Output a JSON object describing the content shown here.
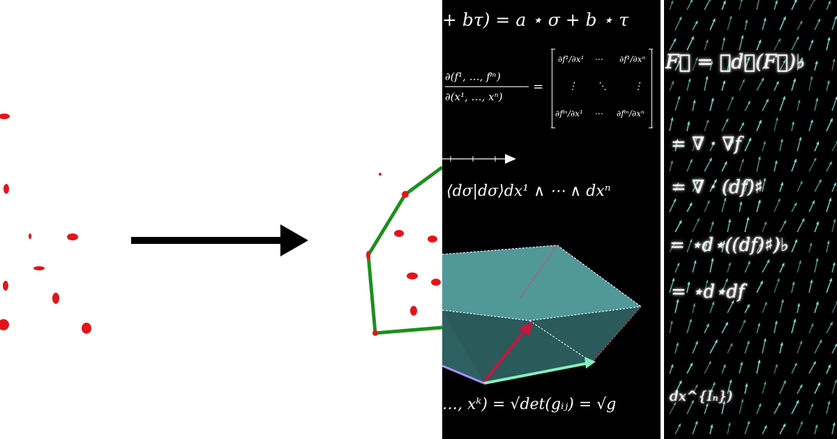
{
  "colors": {
    "point": "#e4141b",
    "hull": "#1d8f1d",
    "prism_face": "#5fb3b3",
    "prism_dark": "#2f6464",
    "vector_red": "#c8143c",
    "vector_green": "#7ff0c0",
    "field_arrow": "#7fe3d8"
  },
  "middle": {
    "eq_linearity": "+ bτ) = a ⋆ σ + b ⋆ τ",
    "jacobian_lhs_num": "∂(f¹, …, fᵐ)",
    "jacobian_lhs_den": "∂(x¹, …, xⁿ)",
    "jacobian_eq": "=",
    "jacobian_cells": [
      "∂f¹/∂x¹",
      "⋯",
      "∂f¹/∂xⁿ",
      "⋮",
      "⋱",
      "⋮",
      "∂fᵐ/∂x¹",
      "⋯",
      "∂fᵐ/∂xⁿ"
    ],
    "eq_volume_form": "⟨dσ|dσ⟩dx¹ ∧ ⋯ ∧ dxⁿ",
    "eq_det": "…, xᵏ) = √det(gᵢⱼ) = √g"
  },
  "right": {
    "eq_1": "F⃗ = ⋆d⋆(F⃗)♭",
    "eq_2": "= ∇ · ∇f",
    "eq_3": "= ∇ · (df)♯",
    "eq_4": "= ⋆d⋆((df)♯)♭",
    "eq_5": "= ⋆d⋆df",
    "eq_6": "dx^{Iₙ})"
  }
}
